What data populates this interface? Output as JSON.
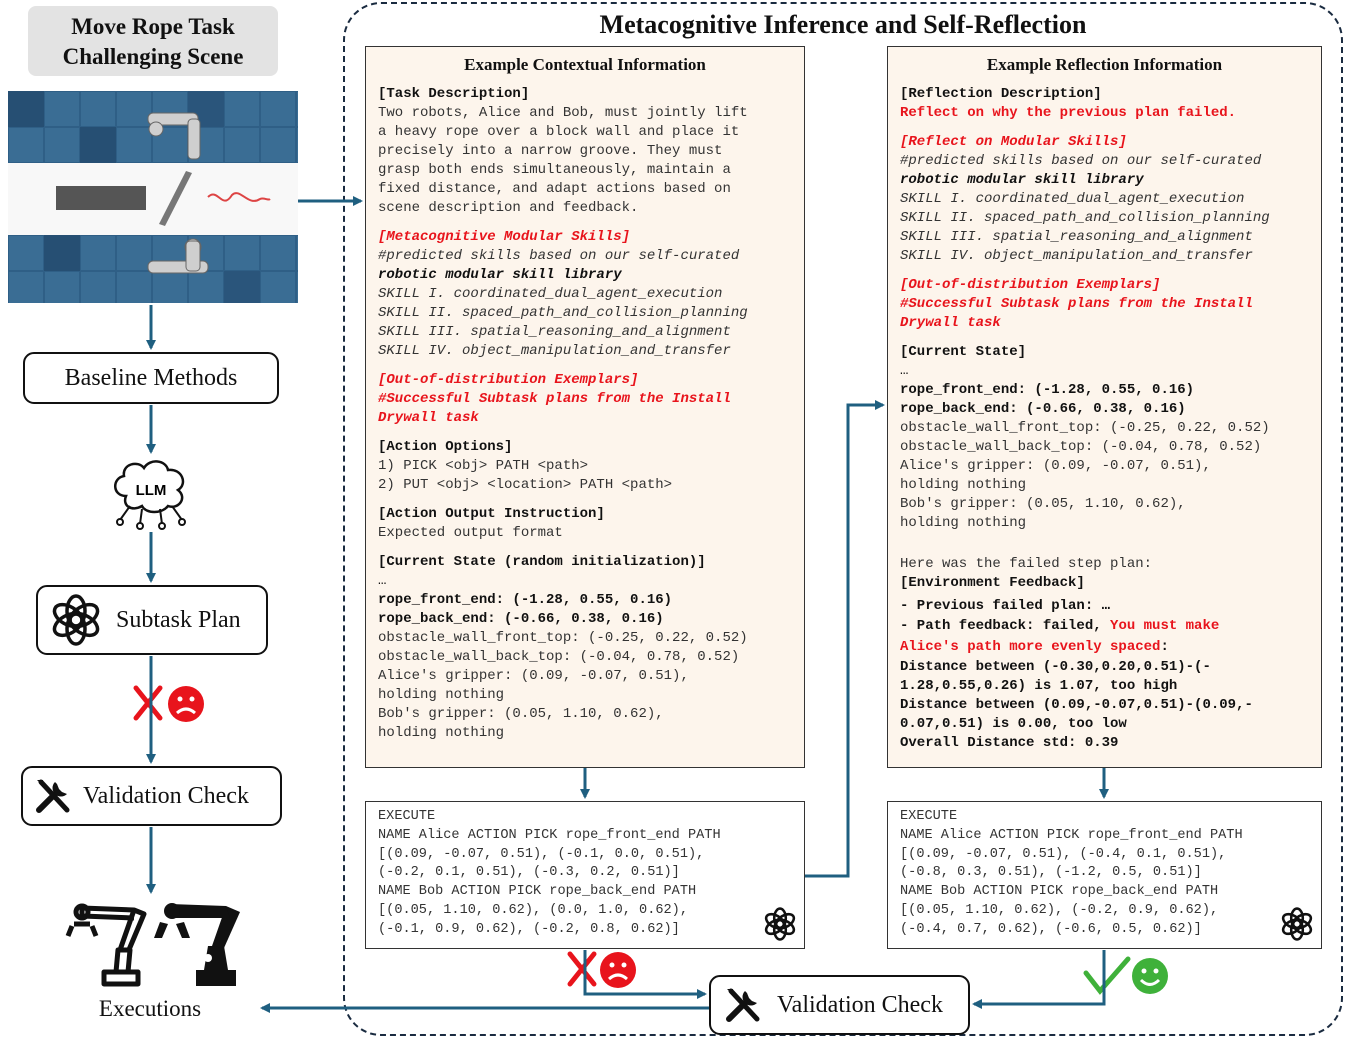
{
  "left": {
    "title_line1": "Move Rope Task",
    "title_line2": "Challenging Scene",
    "baseline": "Baseline Methods",
    "llm": "LLM",
    "subtask_plan": "Subtask Plan",
    "validation": "Validation Check",
    "executions": "Executions"
  },
  "main_title": "Metacognitive Inference and Self-Reflection",
  "ctx": {
    "title": "Example Contextual Information",
    "task_hdr": "[Task Description]",
    "task_lines": [
      "Two robots, Alice and Bob, must jointly lift",
      "a heavy rope over a block wall and place it",
      "precisely into a narrow groove. They must",
      "grasp both ends simultaneously, maintain a",
      "fixed distance, and adapt actions based on",
      "scene description and feedback."
    ],
    "skills_hdr": "[Metacognitive Modular Skills]",
    "skills_note": "#predicted skills based on our self-curated",
    "skills_lib": "robotic modular skill library",
    "skills": [
      "SKILL I. coordinated_dual_agent_execution",
      "SKILL II. spaced_path_and_collision_planning",
      "SKILL III. spatial_reasoning_and_alignment",
      "SKILL IV. object_manipulation_and_transfer"
    ],
    "ood_hdr": "[Out-of-distribution Exemplars]",
    "ood_1": "#Successful Subtask plans from the Install",
    "ood_2": "Drywall task",
    "action_hdr": "[Action Options]",
    "actions": [
      "1) PICK <obj> PATH <path>",
      "2) PUT <obj> <location> PATH <path>"
    ],
    "output_hdr": "[Action Output Instruction]",
    "output_text": "Expected output format",
    "state_hdr": "[Current State (random initialization)]",
    "ellipsis": "…",
    "state_bold": [
      "rope_front_end: (-1.28, 0.55, 0.16)",
      "rope_back_end: (-0.66, 0.38, 0.16)"
    ],
    "state_lines": [
      "obstacle_wall_front_top: (-0.25, 0.22, 0.52)",
      "obstacle_wall_back_top: (-0.04, 0.78, 0.52)",
      "Alice's gripper: (0.09, -0.07, 0.51),",
      "holding nothing",
      "Bob's gripper: (0.05, 1.10, 0.62),",
      "holding nothing"
    ]
  },
  "refl": {
    "title": "Example Reflection Information",
    "desc_hdr": "[Reflection Description]",
    "desc_text": "Reflect on why the previous plan failed.",
    "skills_hdr": "[Reflect on Modular Skills]",
    "skills_note": "#predicted skills based on our self-curated",
    "skills_lib": "robotic modular skill library",
    "skills": [
      "SKILL I. coordinated_dual_agent_execution",
      "SKILL II. spaced_path_and_collision_planning",
      "SKILL III. spatial_reasoning_and_alignment",
      "SKILL IV. object_manipulation_and_transfer"
    ],
    "ood_hdr": "[Out-of-distribution Exemplars]",
    "ood_1": "#Successful Subtask plans from the Install",
    "ood_2": "Drywall task",
    "state_hdr": "[Current State]",
    "ellipsis": "…",
    "state_bold": [
      "rope_front_end: (-1.28, 0.55, 0.16)",
      "rope_back_end: (-0.66, 0.38, 0.16)"
    ],
    "state_lines": [
      "obstacle_wall_front_top: (-0.25, 0.22, 0.52)",
      "obstacle_wall_back_top: (-0.04, 0.78, 0.52)",
      "Alice's gripper: (0.09, -0.07, 0.51),",
      "holding nothing",
      "Bob's gripper: (0.05, 1.10, 0.62),",
      "holding nothing"
    ],
    "failed_intro": "Here was the failed step plan:",
    "env_hdr": "[Environment Feedback]",
    "prev_failed": "- Previous failed plan: …",
    "path_fb": "- Path feedback: failed,",
    "path_fb_red1": " You must make",
    "path_fb_red2": "Alice's path more evenly spaced",
    "path_fb_colon": ":",
    "dist_lines": [
      "Distance between (-0.30,0.20,0.51)-(-",
      "1.28,0.55,0.26) is 1.07, too high",
      "Distance between (0.09,-0.07,0.51)-(0.09,-",
      "0.07,0.51) is 0.00, too low",
      "Overall Distance std: 0.39"
    ]
  },
  "exec_left": [
    "EXECUTE",
    "NAME Alice ACTION PICK rope_front_end PATH",
    "[(0.09, -0.07, 0.51), (-0.1, 0.0, 0.51),",
    "(-0.2, 0.1, 0.51), (-0.3, 0.2, 0.51)]",
    "NAME Bob ACTION PICK rope_back_end PATH",
    "[(0.05, 1.10, 0.62), (0.0, 1.0, 0.62),",
    "(-0.1, 0.9, 0.62), (-0.2, 0.8, 0.62)]"
  ],
  "exec_right": [
    "EXECUTE",
    "NAME Alice ACTION PICK rope_front_end PATH",
    "[(0.09, -0.07, 0.51), (-0.4, 0.1, 0.51),",
    "(-0.8, 0.3, 0.51), (-1.2, 0.5, 0.51)]",
    "NAME Bob ACTION PICK rope_back_end PATH",
    "[(0.05, 1.10, 0.62), (-0.2, 0.9, 0.62),",
    "(-0.4, 0.7, 0.62), (-0.6, 0.5, 0.62)]"
  ],
  "bottom_validation": "Validation Check",
  "colors": {
    "arrow": "#1f5f80",
    "red": "#e8141c",
    "green": "#3fb13a",
    "panel": "#fdf5ec"
  }
}
